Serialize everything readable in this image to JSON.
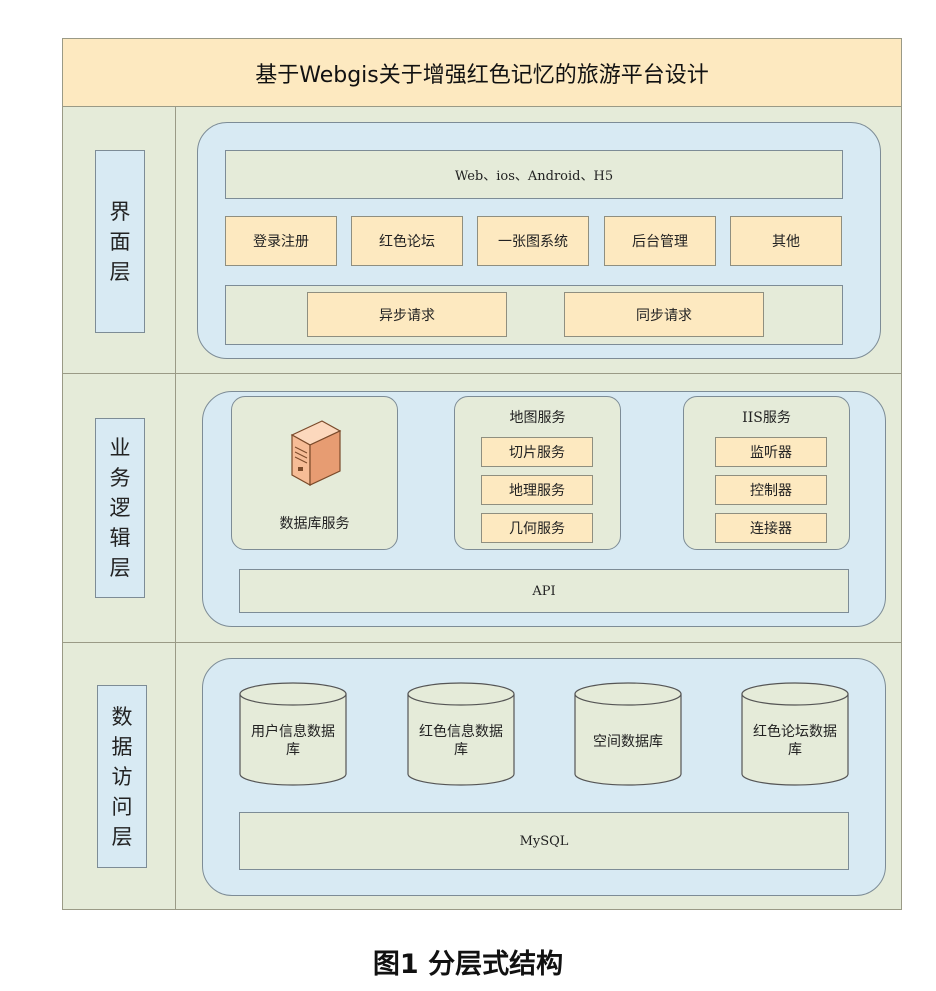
{
  "title": "基于Webgis关于增强红色记忆的旅游平台设计",
  "caption": "图1  分层式结构",
  "colors": {
    "frame_bg": "#e5ebd9",
    "title_bg": "#fde9c0",
    "panel_bg": "#d8eaf3",
    "button_bg": "#fde9c0"
  },
  "layers": {
    "ui": {
      "label": [
        "界",
        "面",
        "层"
      ],
      "platforms": "Web、ios、Android、H5",
      "modules": [
        "登录注册",
        "红色论坛",
        "一张图系统",
        "后台管理",
        "其他"
      ],
      "requests": [
        "异步请求",
        "同步请求"
      ]
    },
    "logic": {
      "label": [
        "业",
        "务",
        "逻",
        "辑",
        "层"
      ],
      "db_service": {
        "label": "数据库服务",
        "icon": "server-icon"
      },
      "map_service": {
        "title": "地图服务",
        "items": [
          "切片服务",
          "地理服务",
          "几何服务"
        ]
      },
      "iis_service": {
        "title": "IIS服务",
        "items": [
          "监听器",
          "控制器",
          "连接器"
        ]
      },
      "api": "API"
    },
    "data": {
      "label": [
        "数",
        "据",
        "访",
        "问",
        "层"
      ],
      "databases": [
        {
          "line1": "用户信息数据",
          "line2": "库"
        },
        {
          "line1": "红色信息数据",
          "line2": "库"
        },
        {
          "line1": "空间数据库",
          "line2": ""
        },
        {
          "line1": "红色论坛数据",
          "line2": "库"
        }
      ],
      "engine": "MySQL"
    }
  }
}
